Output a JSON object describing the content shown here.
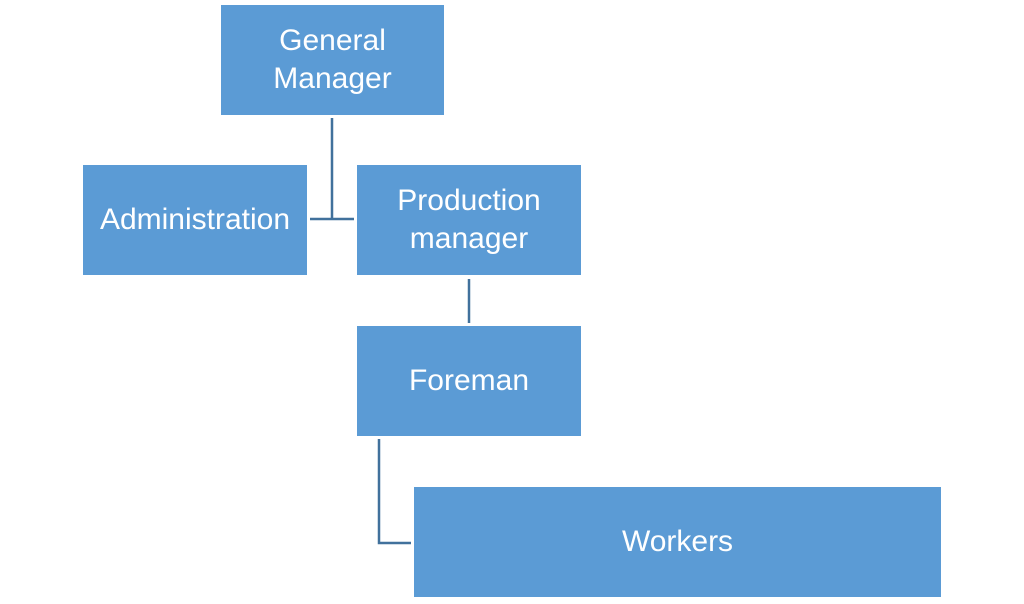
{
  "org_chart": {
    "general_manager": "General\nManager",
    "administration": "Administration",
    "production_manager": "Production\nmanager",
    "foreman": "Foreman",
    "workers": "Workers"
  },
  "colors": {
    "node_fill": "#5b9bd5",
    "node_text": "#ffffff",
    "connector": "#41719c"
  }
}
